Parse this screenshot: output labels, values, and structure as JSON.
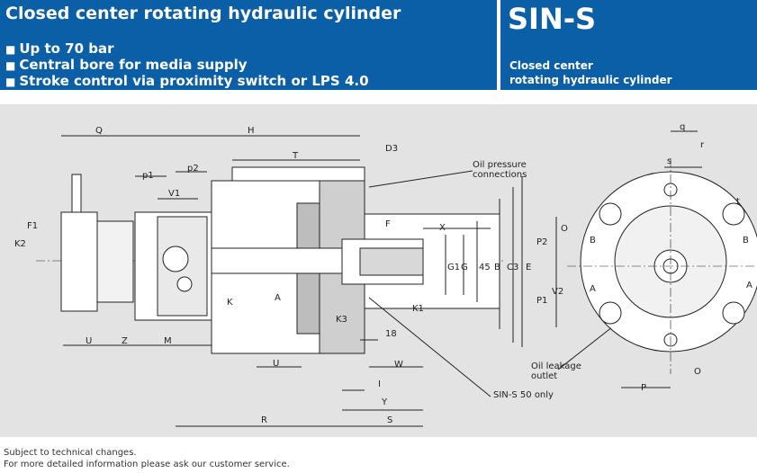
{
  "header": {
    "title": "Closed center rotating hydraulic cylinder",
    "features": [
      "Up to 70 bar",
      "Central bore for media supply",
      "Stroke control via proximity switch or LPS 4.0"
    ],
    "code": "SIN-S",
    "subtitle_line1": "Closed center",
    "subtitle_line2": "rotating hydraulic cylinder"
  },
  "drawing": {
    "callouts": {
      "oil_pressure_1": "Oil pressure",
      "oil_pressure_2": "connections",
      "oil_leakage_1": "Oil leakage",
      "oil_leakage_2": "outlet",
      "sin_s_50": "SIN-S 50 only"
    },
    "dims": {
      "Q": "Q",
      "H": "H",
      "T": "T",
      "D3": "D3",
      "p1": "p1",
      "p2": "p2",
      "V1": "V1",
      "F1": "F1",
      "K2": "K2",
      "F": "F",
      "X": "X",
      "G1": "G1",
      "G": "G",
      "d45": "45",
      "B": "B",
      "C3": "C3",
      "E": "E",
      "K": "K",
      "A": "A",
      "K1": "K1",
      "K3": "K3",
      "d18": "18",
      "U": "U",
      "Z": "Z",
      "M": "M",
      "U2": "U",
      "W": "W",
      "I": "I",
      "Y": "Y",
      "R": "R",
      "S": "S",
      "q": "q",
      "r": "r",
      "s": "s",
      "t": "t",
      "O1": "O",
      "P2": "P2",
      "V2": "V2",
      "P1": "P1",
      "A1": "A",
      "A2": "A",
      "B1": "B",
      "B2": "B",
      "O2": "O",
      "P": "P"
    }
  },
  "footer": {
    "line1": "Subject to technical changes.",
    "line2": "For more detailed information please ask our customer service."
  }
}
